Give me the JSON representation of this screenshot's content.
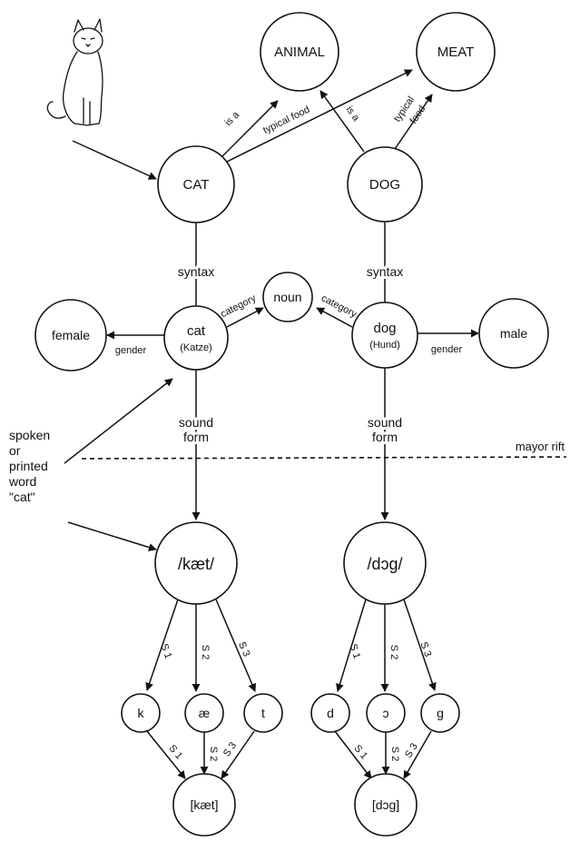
{
  "nodes": {
    "animal": "ANIMAL",
    "meat": "MEAT",
    "cat_concept": "CAT",
    "dog_concept": "DOG",
    "noun": "noun",
    "female": "female",
    "male": "male",
    "cat_lemma": "cat",
    "cat_lemma_german": "(Katze)",
    "dog_lemma": "dog",
    "dog_lemma_german": "(Hund)",
    "cat_phon": "/kæt/",
    "dog_phon": "/dɔg/",
    "k": "k",
    "ae": "æ",
    "t": "t",
    "d": "d",
    "o": "ɔ",
    "g": "g",
    "cat_out": "[kæt]",
    "dog_out": "[dɔg]"
  },
  "edge_labels": {
    "cat_is_a": "is a",
    "dog_is_a": "is a",
    "cat_typical_food": "typical food",
    "dog_typical": "typical",
    "dog_food": "food",
    "syntax": "syntax",
    "category": "category",
    "gender": "gender",
    "sound": "sound",
    "form": "form",
    "s1": "S 1",
    "s2": "S 2",
    "s3": "S 3"
  },
  "input_label": [
    "spoken",
    "or",
    "printed",
    "word",
    "\"cat\""
  ],
  "rift_label": "mayor rift",
  "icons": {
    "cat": "sitting-cat-drawing"
  }
}
